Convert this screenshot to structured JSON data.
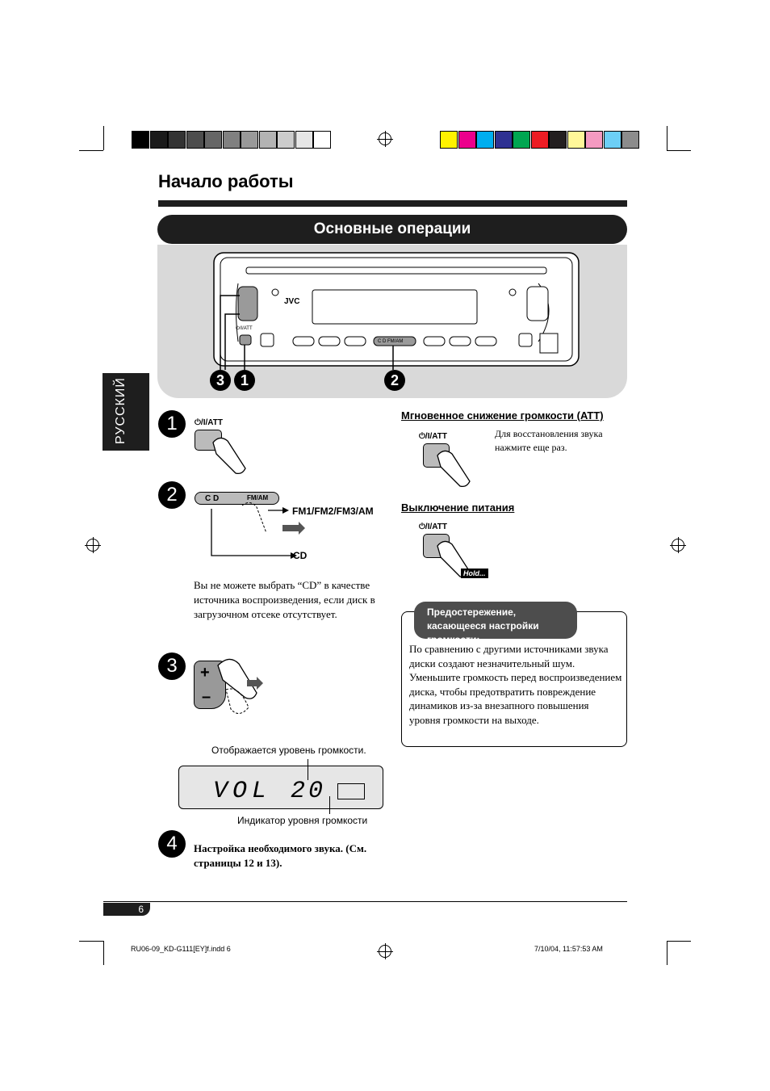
{
  "page_title": "Начало работы",
  "section_title": "Основные операции",
  "side_tab": "РУССКИЙ",
  "device": {
    "brand": "JVC",
    "att_label": "⏻/I/ATT",
    "src_label": "C D  FM/AM",
    "callouts": [
      "3",
      "1",
      "2"
    ]
  },
  "steps": [
    {
      "num": "1",
      "label": "⏻/I/ATT"
    },
    {
      "num": "2",
      "cd_btn": "C D",
      "fm_btn": "FM/AM",
      "arrow_fm": "FM1/FM2/FM3/AM",
      "arrow_cd": "CD",
      "note": "Вы не можете выбрать “CD” в качестве источника воспроизведения, если диск в загрузочном отсеке отсутствует."
    },
    {
      "num": "3",
      "plus": "+",
      "minus": "–"
    },
    {
      "num": "4",
      "text": "Настройка необходимого звука. (См. страницы 12 и 13)."
    }
  ],
  "display": {
    "caption_top": "Отображается уровень громкости.",
    "caption_bottom": "Индикатор уровня громкости",
    "vol_text": "VOL",
    "vol_value": "20"
  },
  "att_section": {
    "heading": "Мгновенное снижение громкости (ATT)",
    "label": "⏻/I/ATT",
    "text": "Для восстановления звука нажмите еще раз."
  },
  "power_section": {
    "heading": "Выключение питания",
    "label": "⏻/I/ATT",
    "hold": "Hold..."
  },
  "caution": {
    "title": "Предостережение, касающееся настройки громкости:",
    "text": "По сравнению с другими источниками звука диски создают незначительный шум. Уменьшите громкость перед воспроизведением диска, чтобы предотвратить повреждение динамиков из-за внезапного повышения уровня громкости на выходе."
  },
  "footer": {
    "page_number": "6",
    "file": "RU06-09_KD-G111[EY]f.indd   6",
    "timestamp": "7/10/04, 11:57:53 AM"
  },
  "colors": {
    "gray_bar": [
      "#000000",
      "#1a1a1a",
      "#333333",
      "#4d4d4d",
      "#666666",
      "#808080",
      "#999999",
      "#b3b3b3",
      "#cccccc",
      "#e6e6e6",
      "#ffffff"
    ],
    "color_bar": [
      "#fff200",
      "#ec008c",
      "#00aeef",
      "#2e3192",
      "#00a651",
      "#ed1c24",
      "#231f20",
      "#fff799",
      "#f49ac1",
      "#6dcff6",
      "#8c8c8c"
    ]
  }
}
